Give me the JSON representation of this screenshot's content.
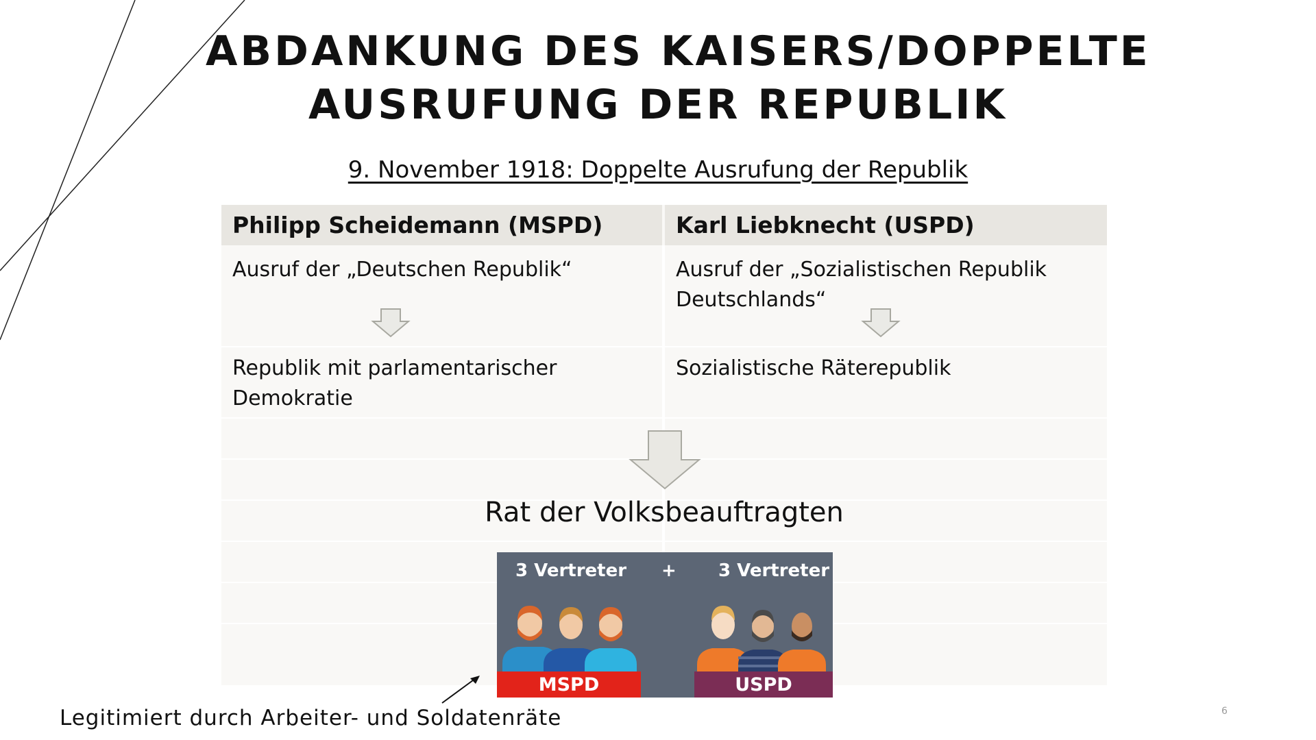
{
  "slide": {
    "title_line1": "ABDANKUNG DES KAISERS/DOPPELTE",
    "title_line2": "AUSRUFUNG DER REPUBLIK",
    "subtitle": "9. November 1918: Doppelte Ausrufung der Republik",
    "page_number": "6"
  },
  "table": {
    "left": {
      "header": "Philipp Scheidemann (MSPD)",
      "proclamation_line1": "Ausruf der „Deutschen Republik“",
      "result_line1": "Republik mit parlamentarischer",
      "result_line2": "Demokratie"
    },
    "right": {
      "header": "Karl Liebknecht (USPD)",
      "proclamation_line1": "Ausruf der „Sozialistischen Republik",
      "proclamation_line2": "Deutschlands“",
      "result_line1": "Sozialistische Räterepublik"
    },
    "council": "Rat der Volksbeauftragten"
  },
  "graphic": {
    "left_label": "3 Vertreter",
    "plus": "+",
    "right_label": "3 Vertreter",
    "left_party": "MSPD",
    "right_party": "USPD",
    "left_party_color": "#e2231a",
    "right_party_color": "#7b2d55"
  },
  "footnote": "Legitimiert durch Arbeiter- und Soldatenräte"
}
